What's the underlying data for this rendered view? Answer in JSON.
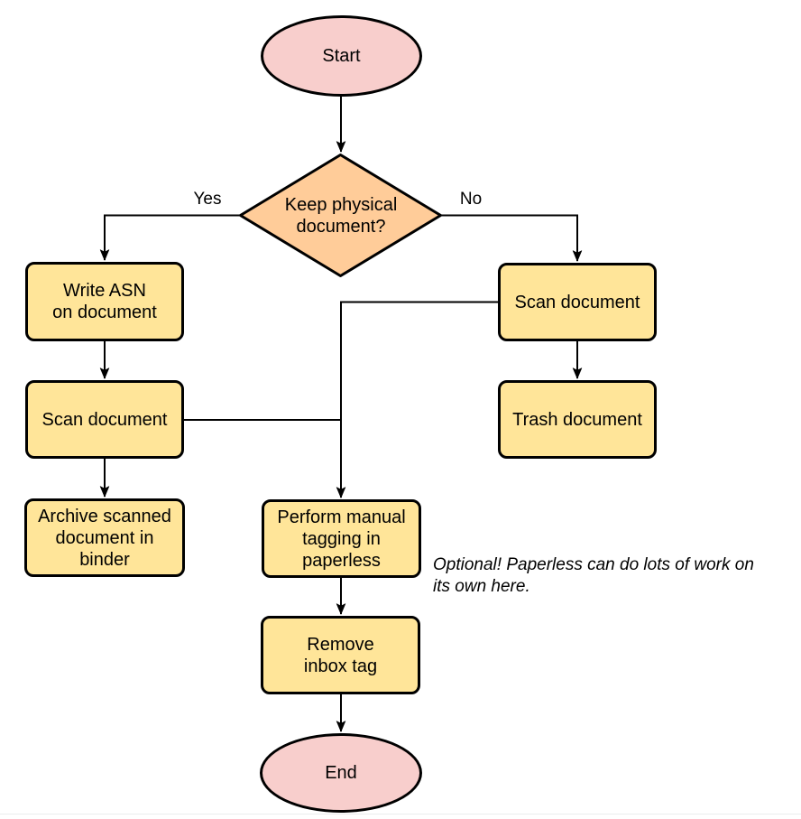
{
  "palette": {
    "pink": "#f8cecc",
    "orange": "#ffcc99",
    "yellow": "#ffe599",
    "stroke": "#000000"
  },
  "nodes": {
    "start": {
      "label": "Start"
    },
    "decision": {
      "label": "Keep physical\ndocument?"
    },
    "write_asn": {
      "label": "Write ASN\non document"
    },
    "scan_left": {
      "label": "Scan document"
    },
    "archive": {
      "label": "Archive scanned\ndocument in\nbinder"
    },
    "scan_right": {
      "label": "Scan document"
    },
    "trash": {
      "label": "Trash document"
    },
    "tagging": {
      "label": "Perform manual\ntagging in\npaperless"
    },
    "remove_inbox": {
      "label": "Remove\ninbox tag"
    },
    "end": {
      "label": "End"
    }
  },
  "edge_labels": {
    "yes": "Yes",
    "no": "No"
  },
  "note": {
    "text": "Optional! Paperless can do lots of work on\nits own here."
  }
}
